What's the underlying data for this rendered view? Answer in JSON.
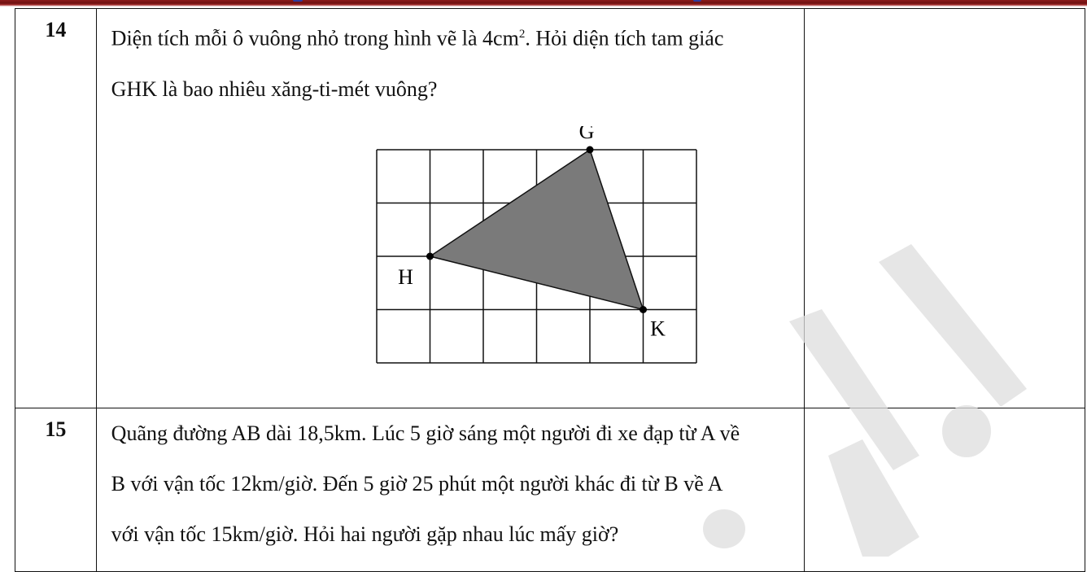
{
  "questions": [
    {
      "number": "14",
      "text_line1_a": "Diện tích mỗi ô vuông nhỏ trong hình vẽ là 4cm",
      "text_line1_sup": "2",
      "text_line1_b": ". Hỏi diện tích tam giác",
      "text_line2": "GHK là bao nhiêu xăng-ti-mét vuông?",
      "figure": {
        "grid_cols": 6,
        "grid_rows": 4,
        "shade_color": "#7a7a7a",
        "points": [
          {
            "label": "G",
            "col": 4,
            "row": 0
          },
          {
            "label": "H",
            "col": 1,
            "row": 2
          },
          {
            "label": "K",
            "col": 5,
            "row": 3
          }
        ]
      }
    },
    {
      "number": "15",
      "line1": "Quãng đường AB dài 18,5km. Lúc 5 giờ sáng một người đi xe đạp từ A về",
      "line2": "B với vận tốc 12km/giờ. Đến 5 giờ 25 phút một người khác đi từ B về A",
      "line3": "với vận tốc 15km/giờ. Hỏi hai người gặp nhau lúc mấy giờ?"
    }
  ],
  "colors": {
    "header_rule": "#7a1414",
    "watermark": "#dcdcdc"
  }
}
